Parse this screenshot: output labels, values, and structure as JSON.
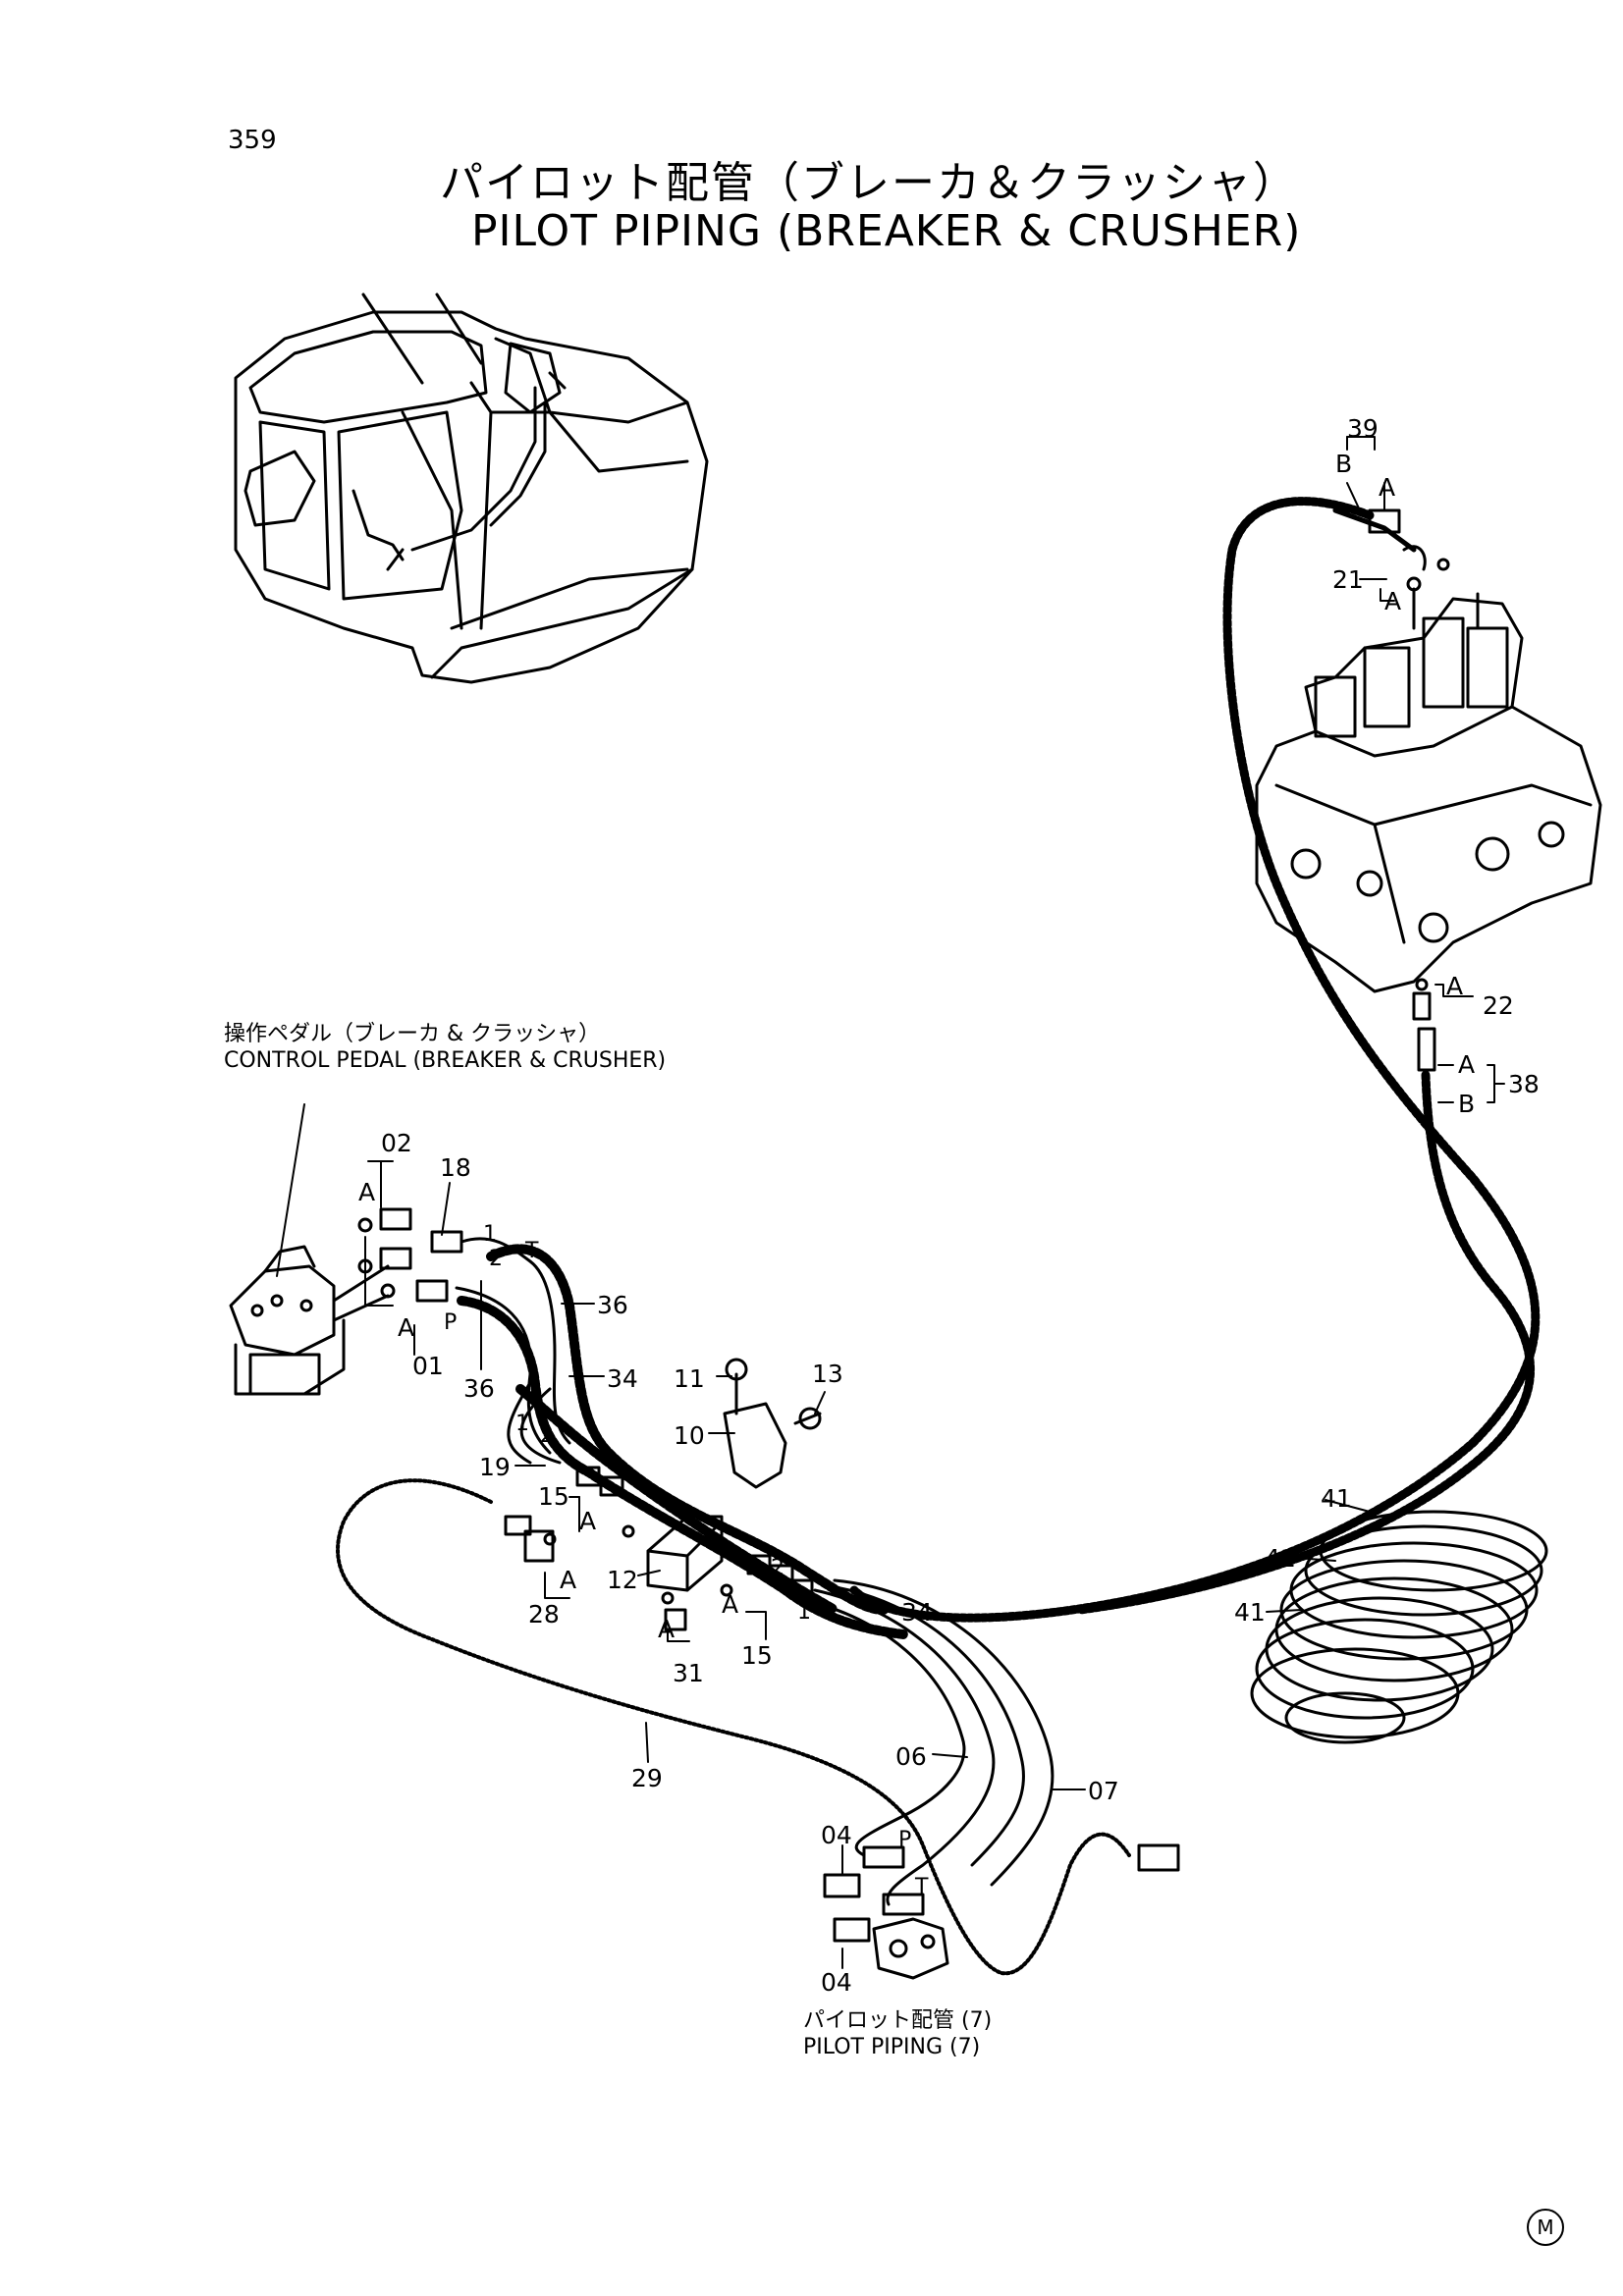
{
  "page_number": "359",
  "title_jp": "パイロット配管（ブレーカ＆クラッシャ）",
  "title_en": "PILOT PIPING (BREAKER & CRUSHER)",
  "control_pedal_jp": "操作ペダル（ブレーカ & クラッシャ）",
  "control_pedal_en": "CONTROL PEDAL (BREAKER & CRUSHER)",
  "pilot_piping_ref_jp": "パイロット配管 (7)",
  "pilot_piping_ref_en": "PILOT PIPING (7)",
  "corner_mark": "M",
  "labels": {
    "p01": "01",
    "p02": "02",
    "p04a": "04",
    "p04b": "04",
    "p06": "06",
    "p07": "07",
    "p10": "10",
    "p11": "11",
    "p12": "12",
    "p13": "13",
    "p15a": "15",
    "p15b": "15",
    "p18": "18",
    "p19": "19",
    "p21": "21",
    "p22": "22",
    "p28": "28",
    "p29": "29",
    "p31": "31",
    "p34a": "34",
    "p34b": "34",
    "p36a": "36",
    "p36b": "36",
    "p38": "38",
    "p39": "39",
    "p41a": "41",
    "p41b": "41",
    "p41c": "41"
  },
  "letters": {
    "A": "A",
    "B": "B",
    "P": "P",
    "T": "T",
    "one": "1",
    "two": "2"
  }
}
